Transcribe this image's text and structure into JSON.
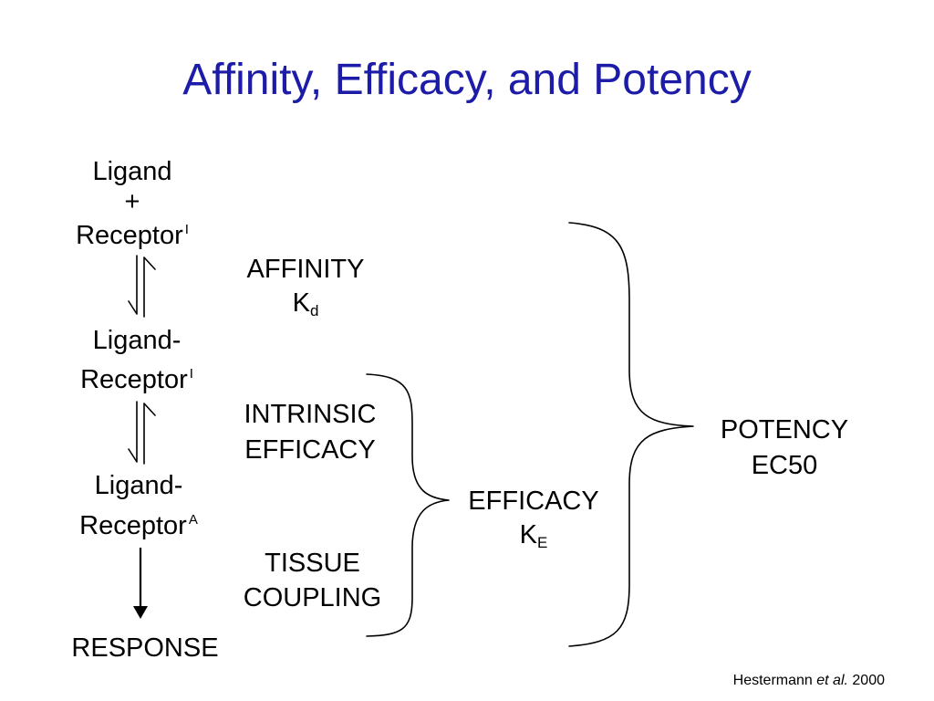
{
  "title": "Affinity, Efficacy, and Potency",
  "states": {
    "ligand": "Ligand",
    "plus": "+",
    "receptor_free": "Receptor",
    "receptor_free_sup": "I",
    "complex_inactive_line1": "Ligand-",
    "complex_inactive_line2": "Receptor",
    "complex_inactive_sup": "I",
    "complex_active_line1": "Ligand-",
    "complex_active_line2": "Receptor",
    "complex_active_sup": "A",
    "response": "RESPONSE"
  },
  "labels": {
    "affinity": "AFFINITY",
    "kd_base": "K",
    "kd_sub": "d",
    "intrinsic_line1": "INTRINSIC",
    "intrinsic_line2": "EFFICACY",
    "tissue_line1": "TISSUE",
    "tissue_line2": "COUPLING",
    "efficacy": "EFFICACY",
    "ke_base": "K",
    "ke_sub": "E",
    "potency": "POTENCY",
    "ec50": "EC50"
  },
  "citation": {
    "author": "Hestermann",
    "etal": "et al.",
    "year": "2000"
  }
}
